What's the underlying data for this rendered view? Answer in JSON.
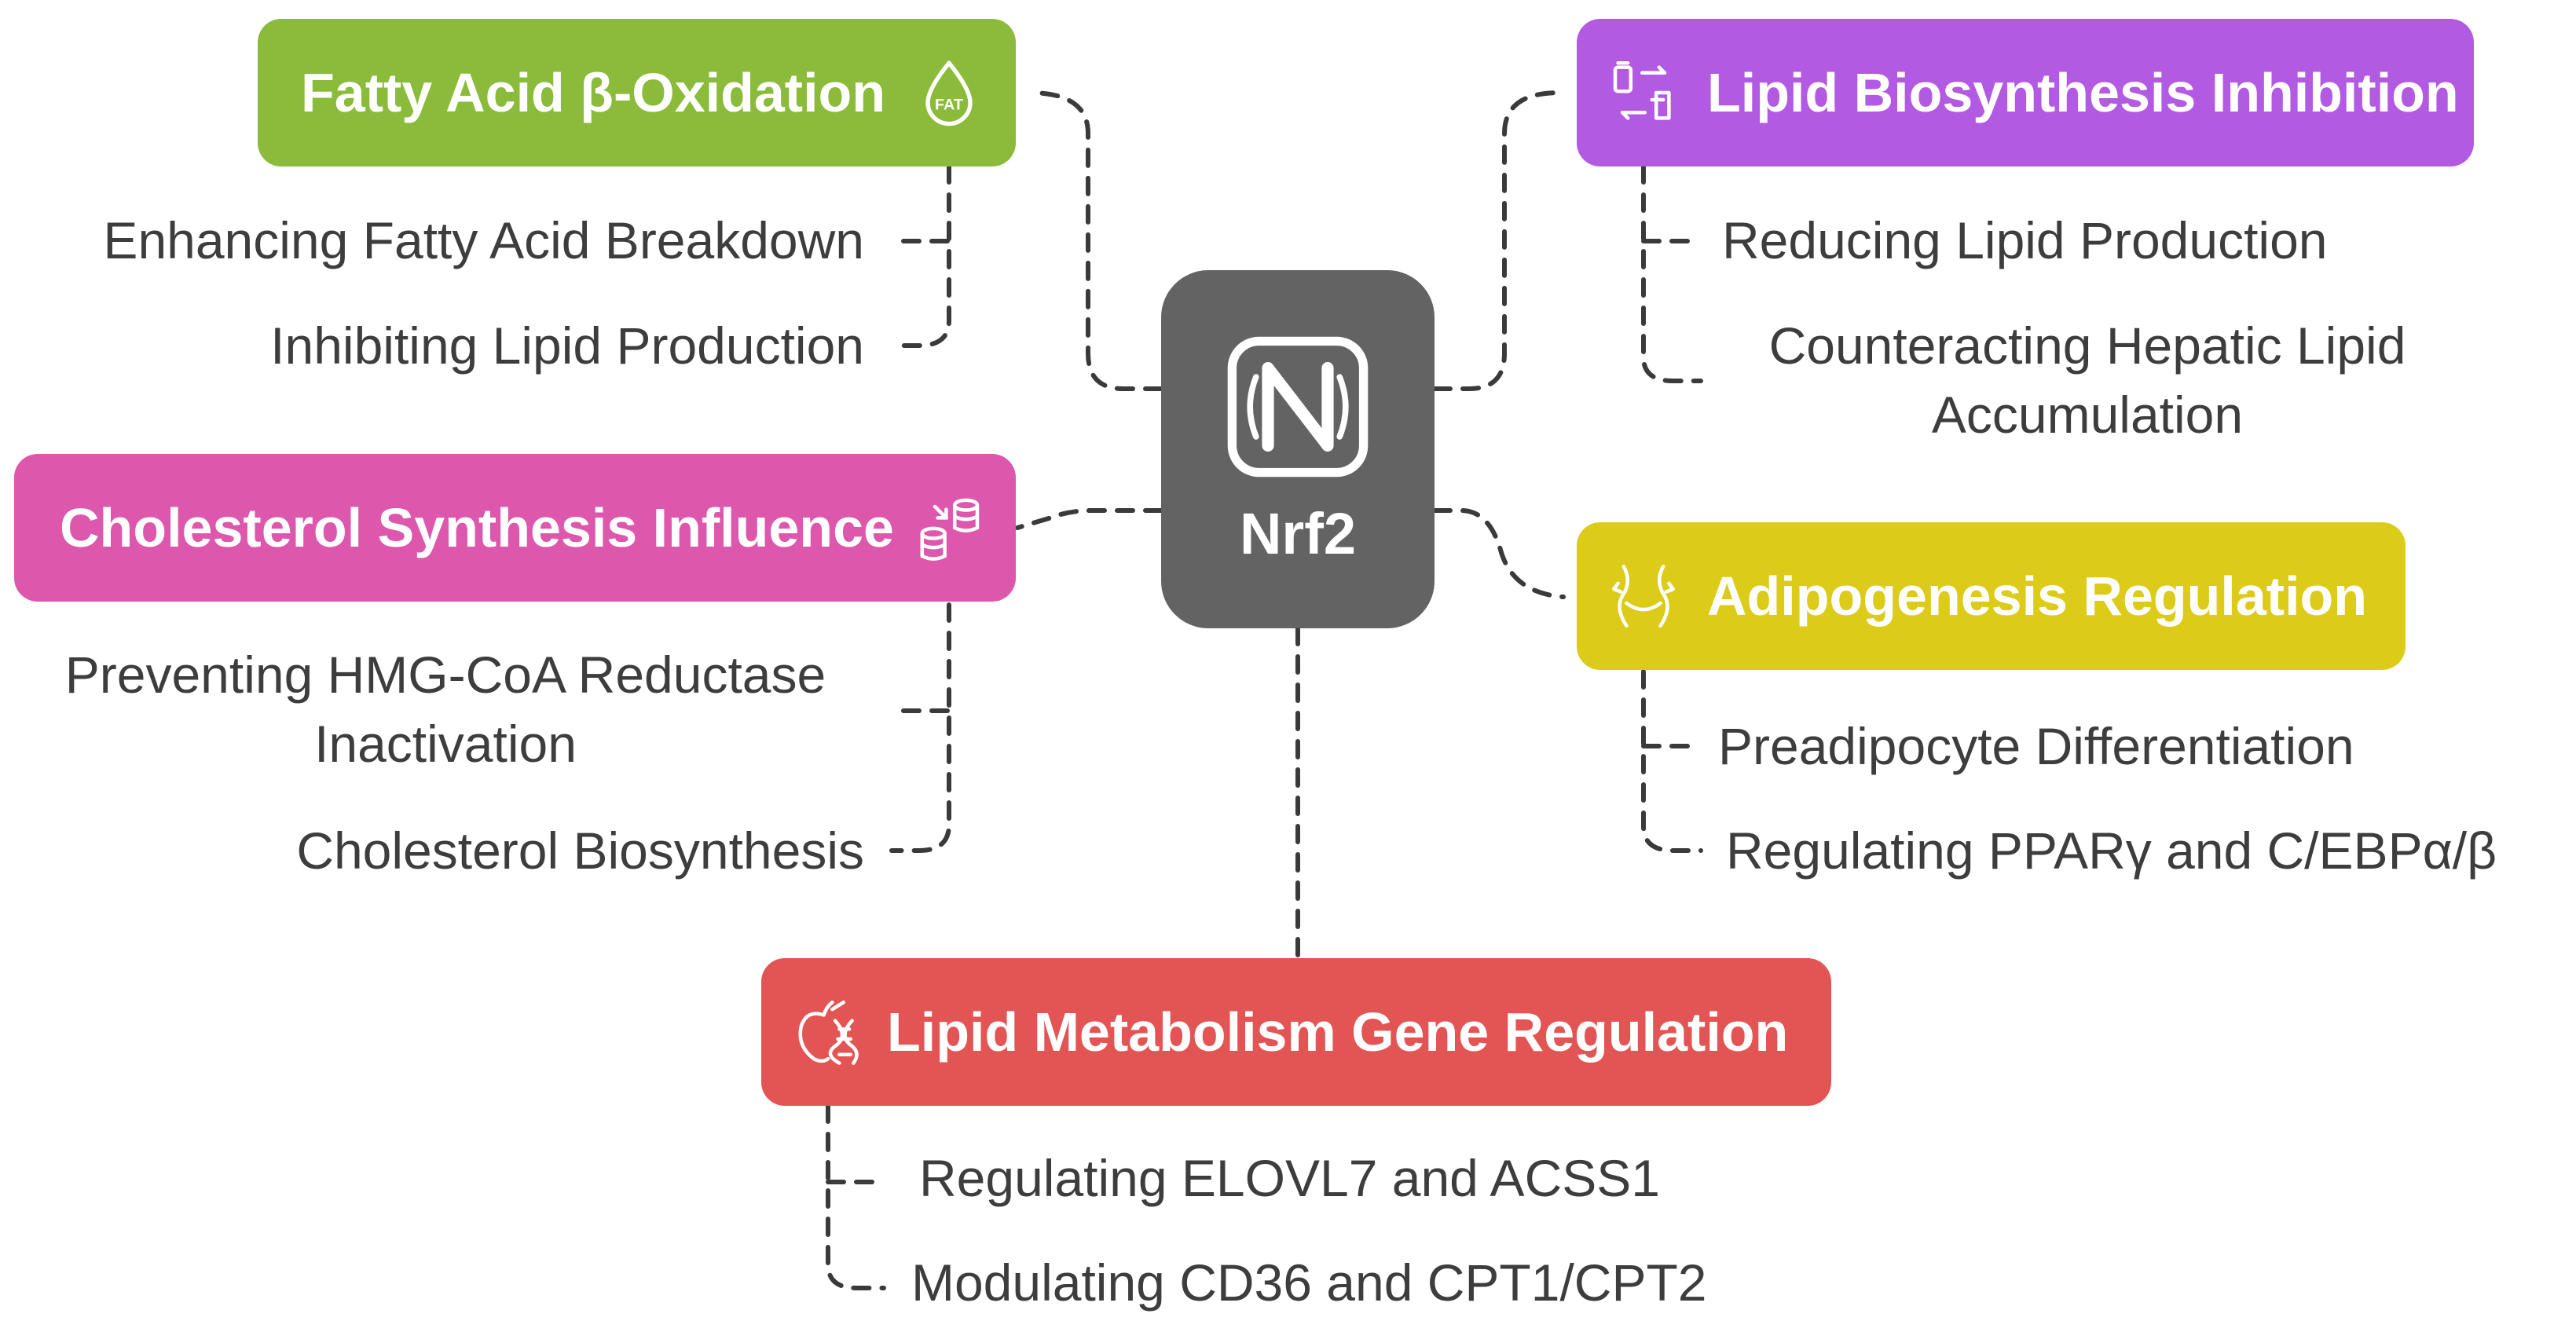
{
  "center": {
    "label": "Nrf2",
    "color": "#636363",
    "icon": "nrf2-logo-icon"
  },
  "branches": {
    "fatty_acid": {
      "title": "Fatty Acid β-Oxidation",
      "color": "#8bbb3a",
      "icon": "fat-drop-icon",
      "icon_text": "FAT",
      "items": [
        "Enhancing Fatty Acid Breakdown",
        "Inhibiting Lipid Production"
      ]
    },
    "lipid_biosynthesis": {
      "title": "Lipid Biosynthesis Inhibition",
      "color": "#b35ae3",
      "icon": "exchange-icon",
      "items": [
        "Reducing Lipid Production",
        "Counteracting Hepatic Lipid",
        "Accumulation"
      ]
    },
    "cholesterol": {
      "title": "Cholesterol Synthesis Influence",
      "color": "#dd57ad",
      "icon": "database-transfer-icon",
      "items": [
        "Preventing HMG-CoA Reductase",
        "Inactivation",
        "Cholesterol Biosynthesis"
      ]
    },
    "adipogenesis": {
      "title": "Adipogenesis Regulation",
      "color": "#dccb18",
      "icon": "waist-icon",
      "items": [
        "Preadipocyte Differentiation",
        "Regulating PPARγ and C/EBPα/β"
      ]
    },
    "gene_regulation": {
      "title": "Lipid Metabolism Gene Regulation",
      "color": "#e35555",
      "icon": "dna-apple-icon",
      "items": [
        "Regulating ELOVL7 and ACSS1",
        "Modulating CD36 and CPT1/CPT2"
      ]
    }
  }
}
